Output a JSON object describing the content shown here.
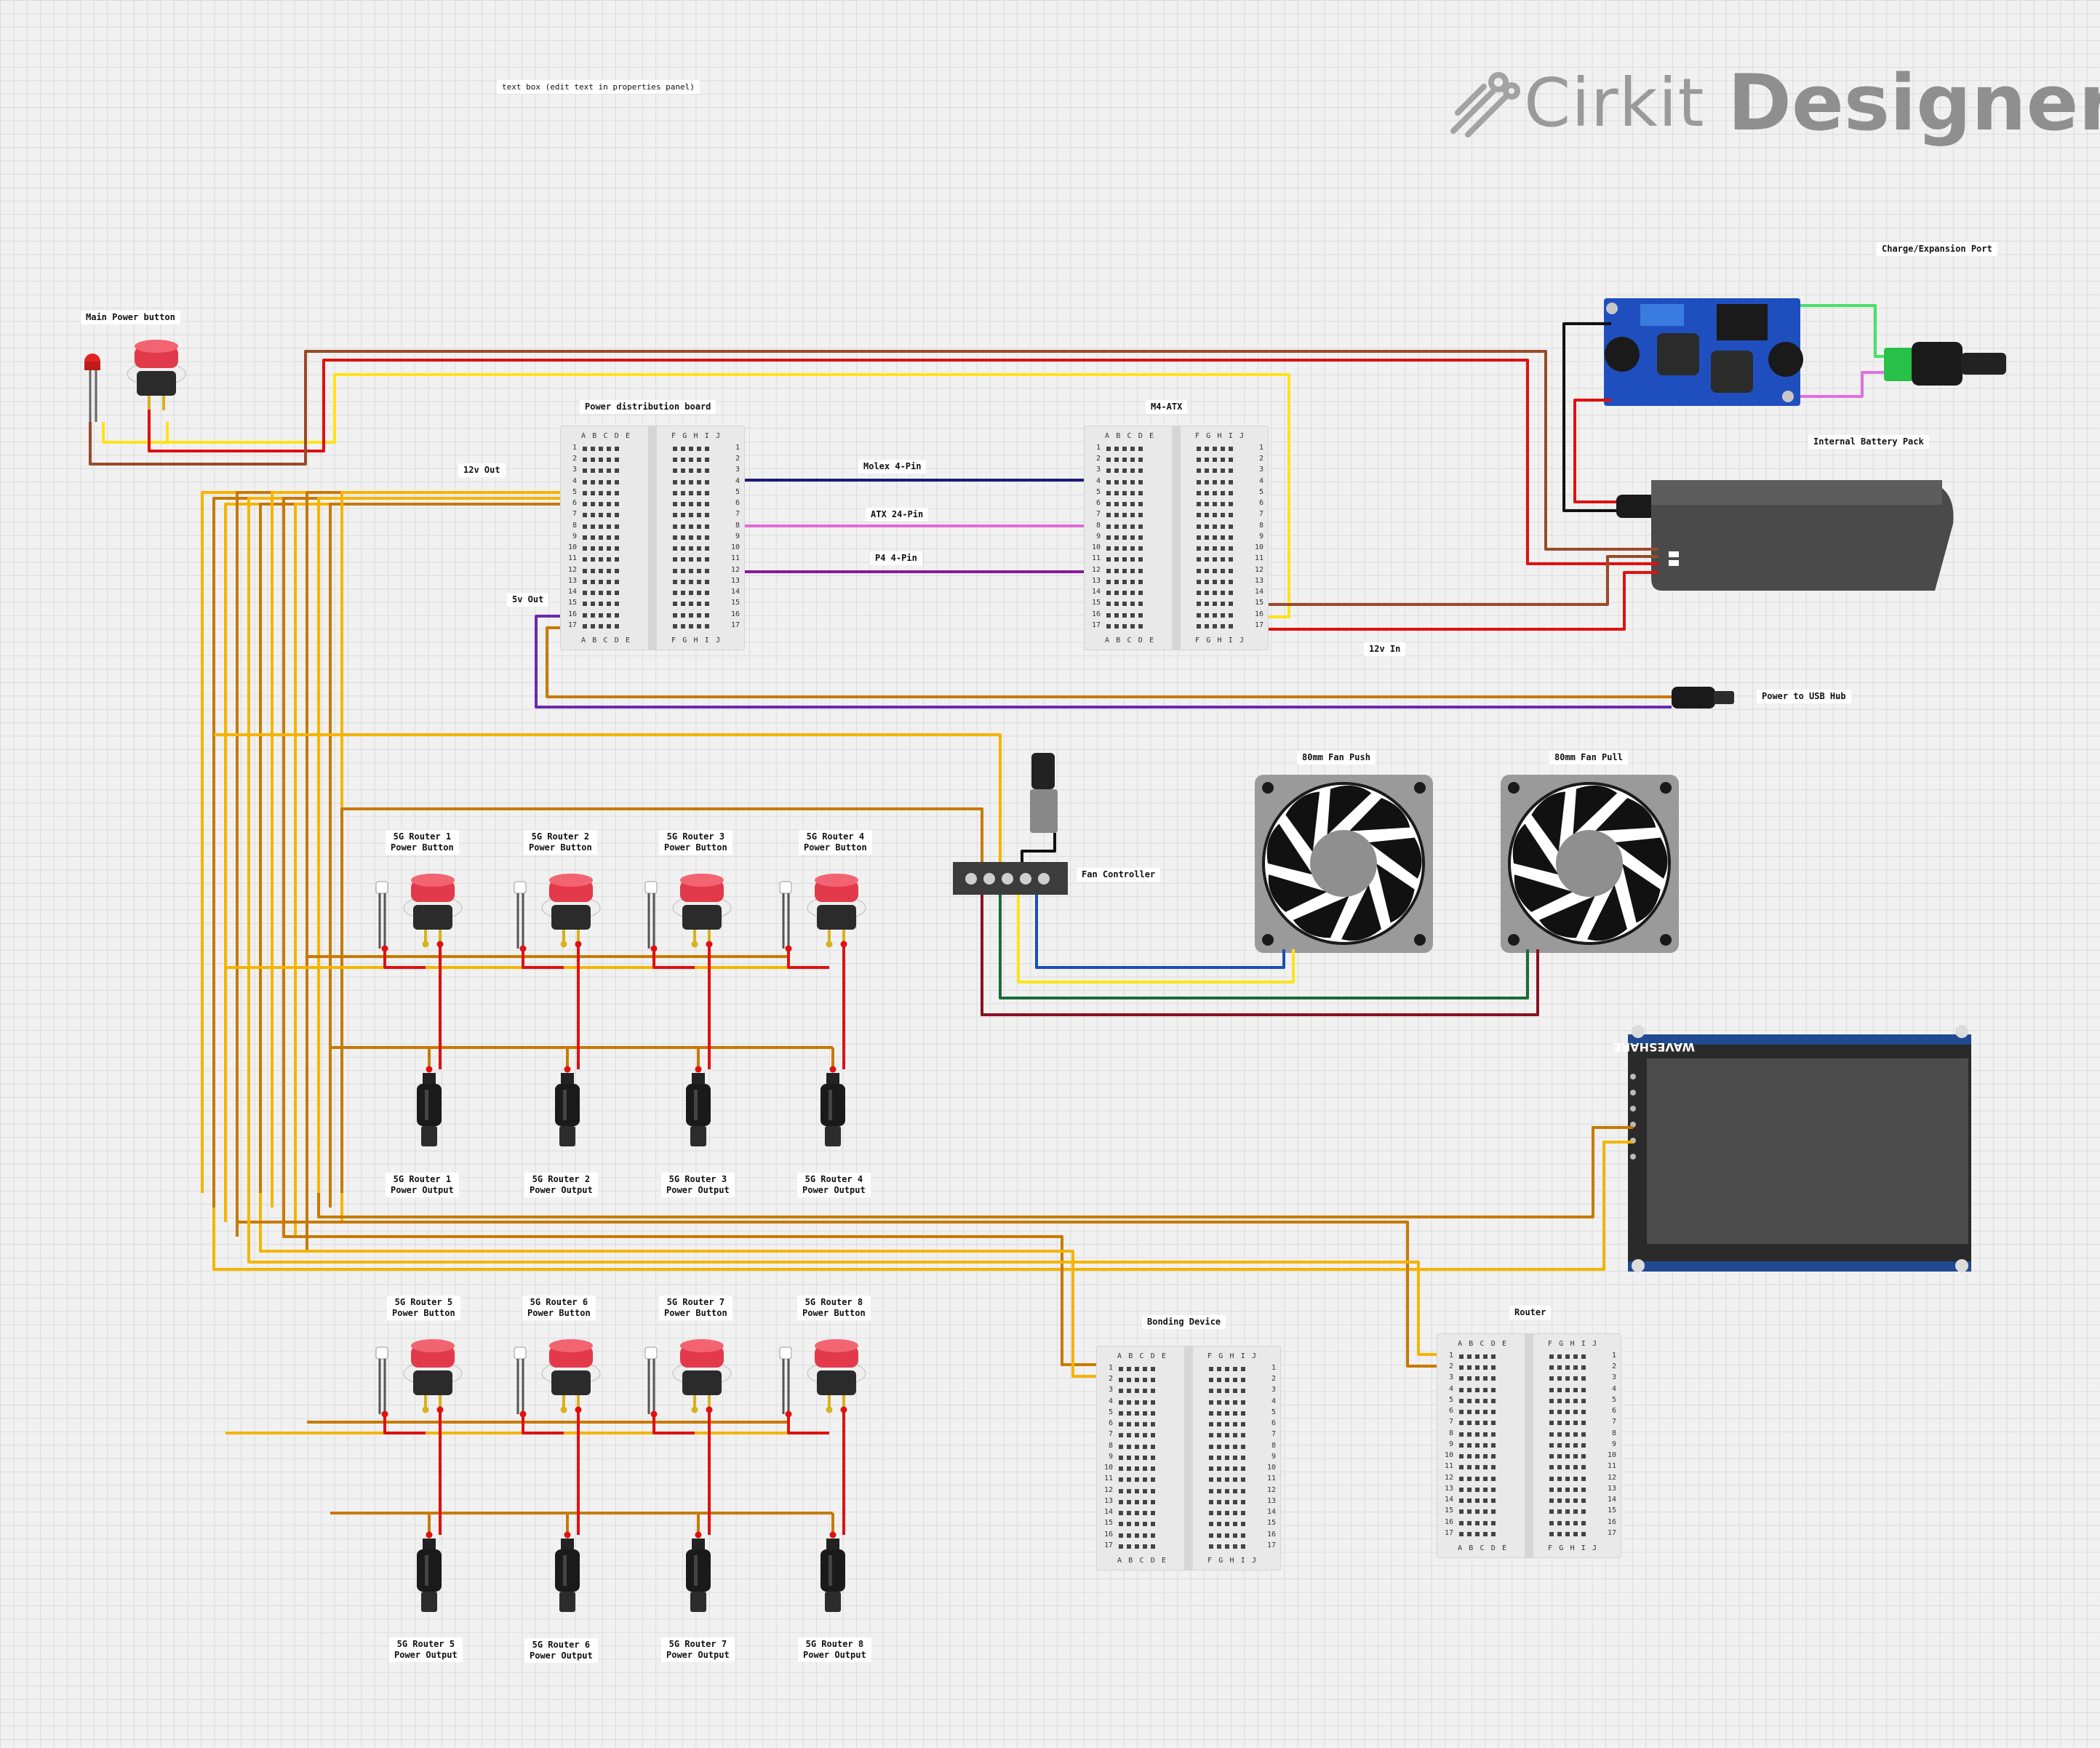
{
  "brand": {
    "prefix": "Cirkit",
    "suffix": "Designer",
    "logo_icon": "cirkit-logo-icon"
  },
  "textbox": "text box (edit text in properties panel)",
  "labels": {
    "main_power": "Main Power button",
    "pdb": "Power distribution board",
    "m4atx": "M4-ATX",
    "out12": "12v Out",
    "out5": "5v Out",
    "molex": "Molex 4-Pin",
    "atx24": "ATX 24-Pin",
    "p4": "P4 4-Pin",
    "in12": "12v In",
    "usb_hub": "Power to USB Hub",
    "charge": "Charge/Expansion Port",
    "battery": "Internal Battery Pack",
    "fan_push": "80mm Fan Push",
    "fan_pull": "80mm Fan Pull",
    "fan_controller": "Fan Controller",
    "bonding": "Bonding Device",
    "router": "Router"
  },
  "routers": [
    {
      "button": "5G Router 1\nPower Button",
      "output": "5G Router 1\nPower Output"
    },
    {
      "button": "5G Router 2\nPower Button",
      "output": "5G Router 2\nPower Output"
    },
    {
      "button": "5G Router 3\nPower Button",
      "output": "5G Router 3\nPower Output"
    },
    {
      "button": "5G Router 4\nPower Button",
      "output": "5G Router 4\nPower Output"
    },
    {
      "button": "5G Router 5\nPower Button",
      "output": "5G Router 5\nPower Output"
    },
    {
      "button": "5G Router 6\nPower Button",
      "output": "5G Router 6\nPower Output"
    },
    {
      "button": "5G Router 7\nPower Button",
      "output": "5G Router 7\nPower Output"
    },
    {
      "button": "5G Router 8\nPower Button",
      "output": "5G Router 8\nPower Output"
    }
  ],
  "breadboard": {
    "cols_left": "A B C D E",
    "cols_right": "F G H I J",
    "rows": [
      "1",
      "2",
      "3",
      "4",
      "5",
      "6",
      "7",
      "8",
      "9",
      "10",
      "11",
      "12",
      "13",
      "14",
      "15",
      "16",
      "17"
    ]
  },
  "display_brand": "WAVESHARE",
  "colors": {
    "red": "#e01010",
    "yellow": "#ffe21a",
    "orange": "#f5b400",
    "brown_orange": "#c77a00",
    "brown": "#9a4a2a",
    "navy": "#1b1b7a",
    "pink": "#e06ad8",
    "purple": "#8a1a9a",
    "violet": "#6a2aa8",
    "green": "#1c6b3a",
    "blue": "#1a4fb8",
    "dark_red": "#8a1020",
    "black": "#111111",
    "lime": "#46e06a",
    "magenta": "#e070e0"
  }
}
